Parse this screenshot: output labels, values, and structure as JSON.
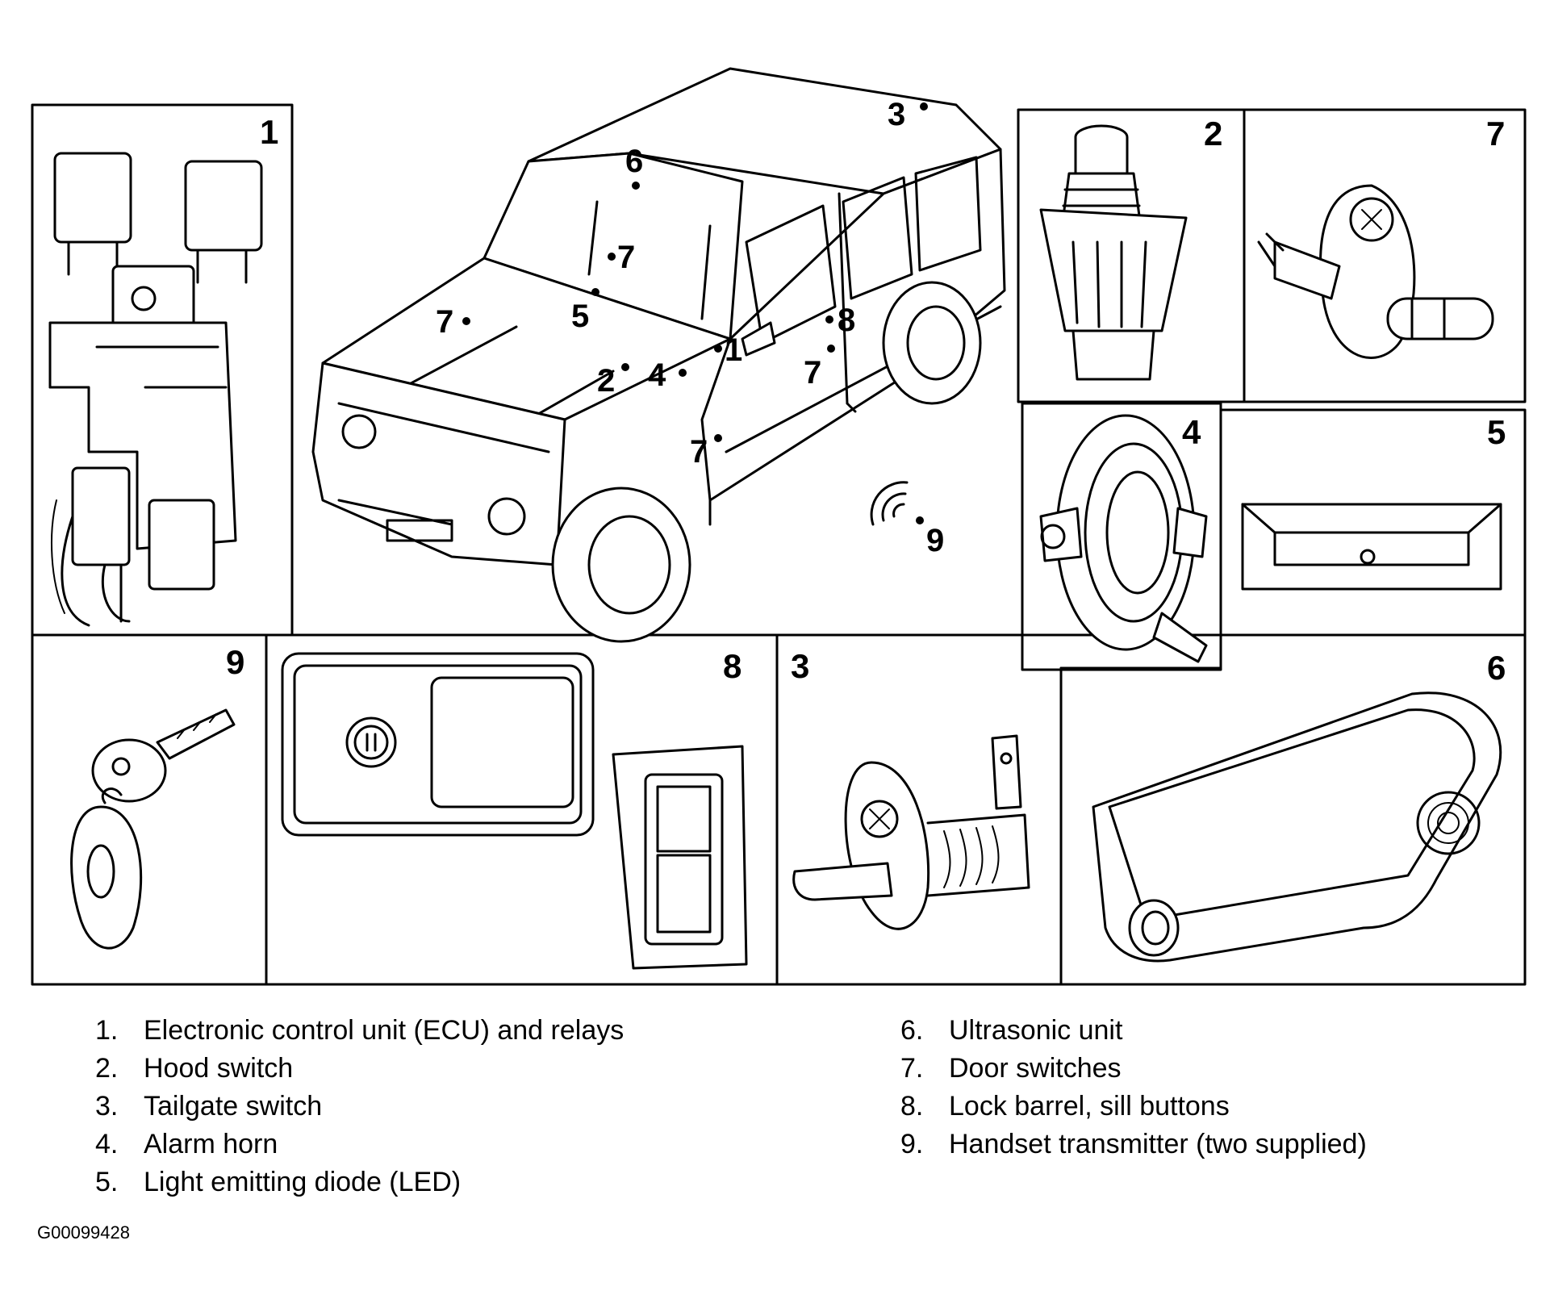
{
  "panels": [
    {
      "key": "p1",
      "number": "1"
    },
    {
      "key": "p2",
      "number": "2"
    },
    {
      "key": "p7",
      "number": "7"
    },
    {
      "key": "p4",
      "number": "4"
    },
    {
      "key": "p5",
      "number": "5"
    },
    {
      "key": "p9",
      "number": "9"
    },
    {
      "key": "p8",
      "number": "8"
    },
    {
      "key": "p3",
      "number": "3"
    },
    {
      "key": "p6",
      "number": "6"
    }
  ],
  "callouts": {
    "c3": "3",
    "c6": "6",
    "c7a": "7",
    "c7b": "7",
    "c5": "5",
    "c1": "1",
    "c8": "8",
    "c2": "2",
    "c4": "4",
    "c7c": "7",
    "c7d": "7",
    "c9": "9"
  },
  "legend": {
    "left": [
      {
        "num": "1.",
        "text": "Electronic control unit (ECU) and relays"
      },
      {
        "num": "2.",
        "text": "Hood switch"
      },
      {
        "num": "3.",
        "text": "Tailgate switch"
      },
      {
        "num": "4.",
        "text": "Alarm horn"
      },
      {
        "num": "5.",
        "text": "Light emitting diode (LED)"
      }
    ],
    "right": [
      {
        "num": "6.",
        "text": "Ultrasonic unit"
      },
      {
        "num": "7.",
        "text": "Door switches"
      },
      {
        "num": "8.",
        "text": "Lock barrel, sill buttons"
      },
      {
        "num": "9.",
        "text": "Handset transmitter (two supplied)"
      }
    ]
  },
  "figure_id": "G00099428"
}
